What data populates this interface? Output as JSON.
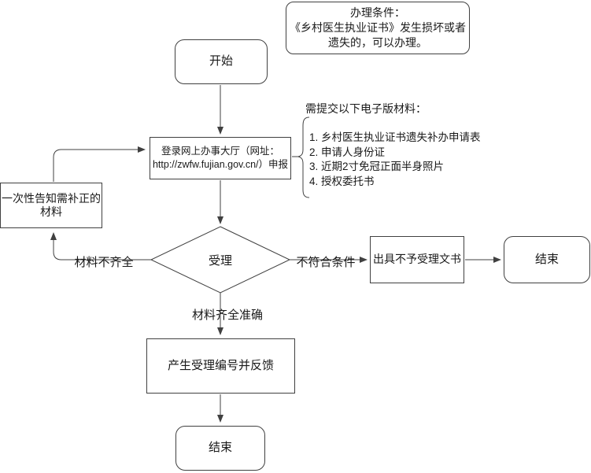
{
  "note_box": {
    "line1": "办理条件：",
    "line2": "《乡村医生执业证书》发生损坏或者",
    "line3": "遗失的，可以办理。"
  },
  "materials": {
    "heading": "需提交以下电子版材料：",
    "items": [
      "乡村医生执业证书遗失补办申请表",
      "申请人身份证",
      "近期2寸免冠正面半身照片",
      "授权委托书"
    ]
  },
  "nodes": {
    "start": {
      "label": "开始"
    },
    "login": {
      "line1": "登录网上办事大厅（网址：",
      "line2": "http://zwfw.fujian.gov.cn/）申报"
    },
    "supplement": {
      "label": "一次性告知需补正的材料"
    },
    "review": {
      "label": "受理"
    },
    "reject_doc": {
      "label": "出具不予受理文书"
    },
    "end_right": {
      "label": "结束"
    },
    "generate_number": {
      "label": "产生受理编号并反馈"
    },
    "end_bottom": {
      "label": "结束"
    }
  },
  "edge_labels": {
    "materials_incomplete": "材料不齐全",
    "not_meet_conditions": "不符合条件",
    "materials_complete": "材料齐全准确"
  },
  "colors": {
    "line": "#404040",
    "node_border": "#404040",
    "node_fill": "#ffffff",
    "text": "#1a1a1a",
    "background": "#ffffff"
  }
}
